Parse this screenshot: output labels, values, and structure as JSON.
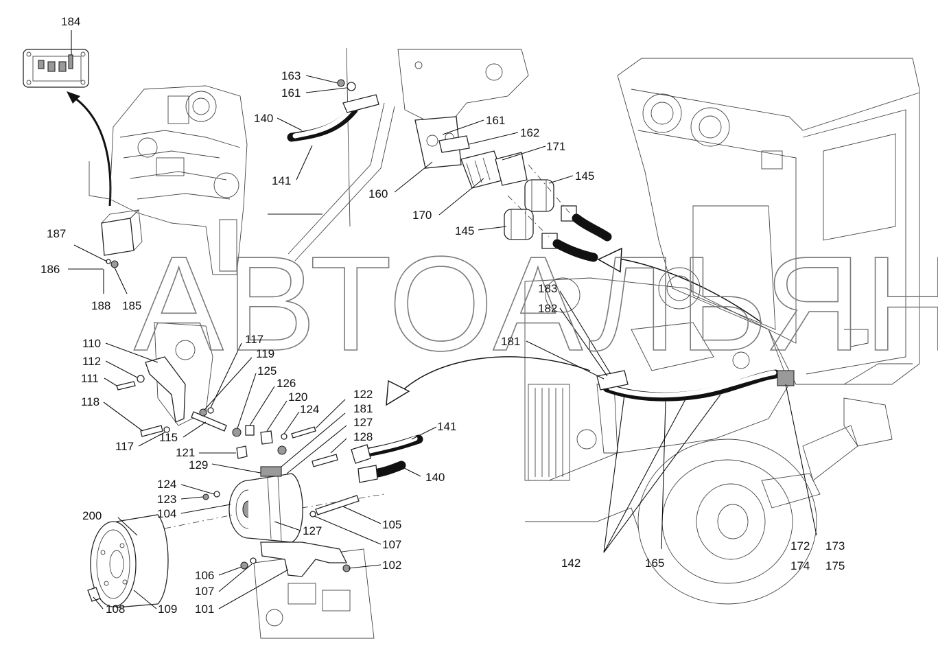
{
  "watermark": "АВТОАЛЬЯНС",
  "callouts": {
    "c184": "184",
    "c187": "187",
    "c186": "186",
    "c188": "188",
    "c185": "185",
    "c163": "163",
    "c161a": "161",
    "c140a": "140",
    "c141a": "141",
    "c161b": "161",
    "c162": "162",
    "c171": "171",
    "c160": "160",
    "c170": "170",
    "c145a": "145",
    "c145b": "145",
    "c183": "183",
    "c182": "182",
    "c181a": "181",
    "c110": "110",
    "c112": "112",
    "c111": "111",
    "c118": "118",
    "c117a": "117",
    "c117b": "117",
    "c119": "119",
    "c115": "115",
    "c125": "125",
    "c126": "126",
    "c120": "120",
    "c124a": "124",
    "c122": "122",
    "c181b": "181",
    "c127a": "127",
    "c128": "128",
    "c121": "121",
    "c129": "129",
    "c141b": "141",
    "c140b": "140",
    "c124b": "124",
    "c123": "123",
    "c104": "104",
    "c200": "200",
    "c105": "105",
    "c127b": "127",
    "c107a": "107",
    "c102": "102",
    "c106": "106",
    "c107b": "107",
    "c101": "101",
    "c108": "108",
    "c109": "109",
    "c142": "142",
    "c165": "165",
    "c172": "172",
    "c173": "173",
    "c174": "174",
    "c175": "175"
  }
}
